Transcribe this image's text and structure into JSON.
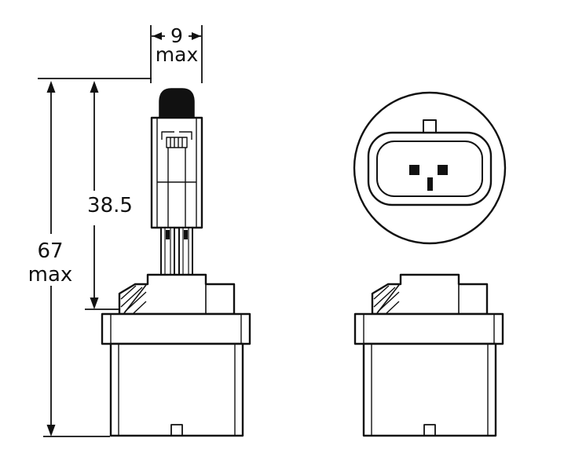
{
  "drawing": {
    "stroke_color": "#111111",
    "background_color": "#ffffff"
  },
  "dimensions": {
    "envelope_width": "9",
    "envelope_width_qualifier": "max",
    "glass_section_length": "38.5",
    "overall_length": "67",
    "overall_length_qualifier": "max"
  }
}
